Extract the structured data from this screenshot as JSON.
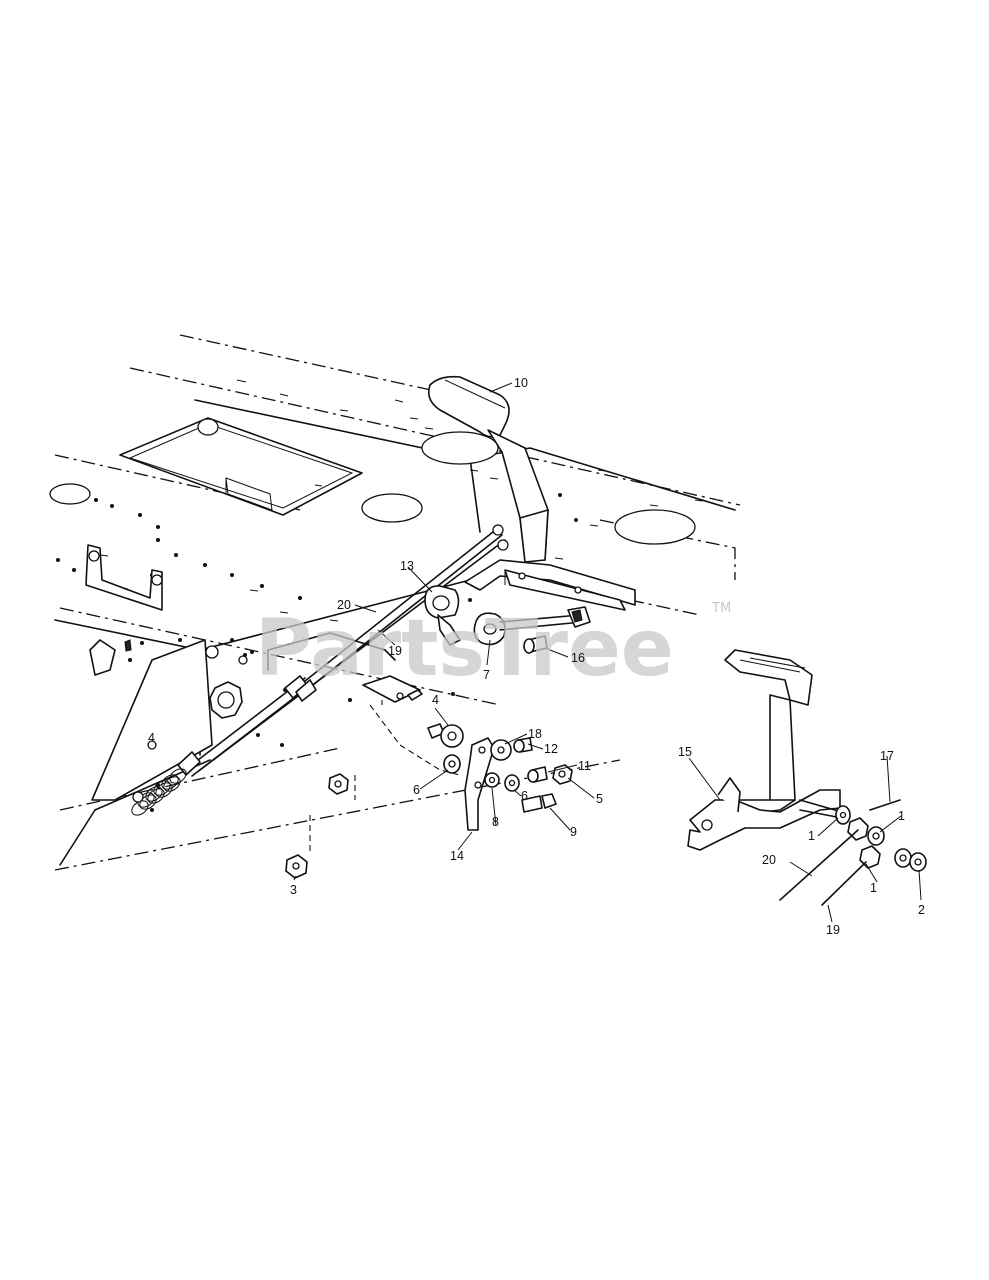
{
  "watermark": {
    "text": "PartsTree",
    "trademark": "TM"
  },
  "frame_mark": "4",
  "callouts": {
    "c10": "10",
    "c13": "13",
    "c20a": "20",
    "c19a": "19",
    "c16": "16",
    "c7": "7",
    "c4": "4",
    "c18": "18",
    "c12": "12",
    "c11": "11",
    "c5": "5",
    "c6a": "6",
    "c6b": "6",
    "c8": "8",
    "c9": "9",
    "c14": "14",
    "c3": "3",
    "c15": "15",
    "c17": "17",
    "c1a": "1",
    "c1b": "1",
    "c1c": "1",
    "c2": "2",
    "c20b": "20",
    "c19b": "19"
  }
}
